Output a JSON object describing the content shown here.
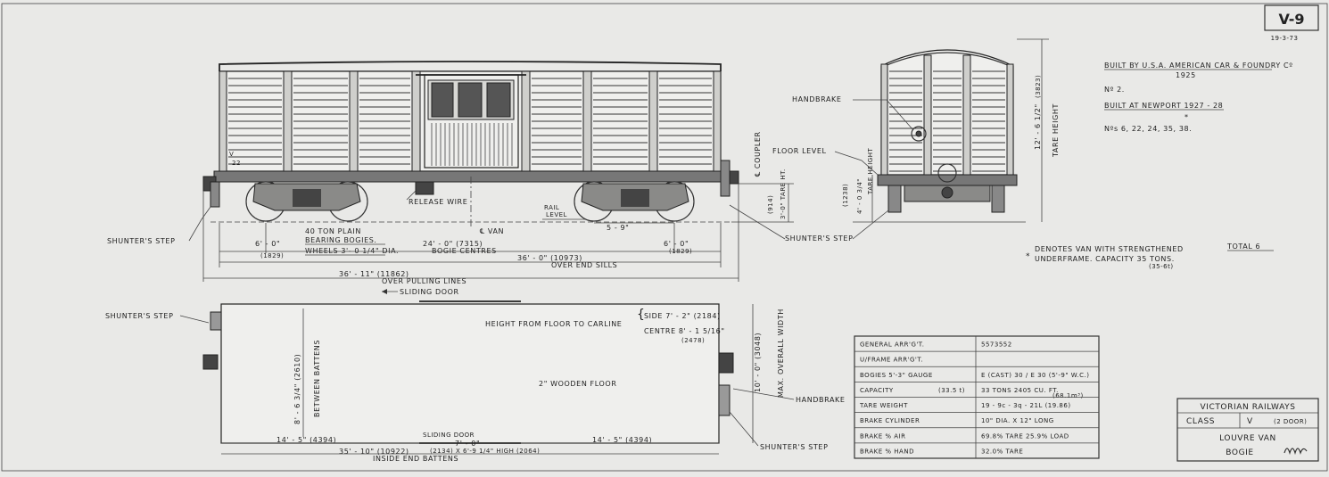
{
  "title_block": {
    "drawing_no": "V-9",
    "date": "19-3-73",
    "railway": "VICTORIAN RAILWAYS",
    "class_label": "CLASS",
    "class_value": "V",
    "class_note": "(2 DOOR)",
    "name_line1": "LOUVRE VAN",
    "name_line2": "BOGIE"
  },
  "notes": {
    "built1": "BUILT BY U.S.A. AMERICAN CAR & FOUNDRY Cº",
    "built1_year": "1925",
    "built1_numbers": "Nº 2.",
    "built2": "BUILT AT NEWPORT 1927 - 28",
    "built2_numbers": "Nºs 6, 22, 24, 35, 38.",
    "strengthened_line1": "DENOTES VAN WITH STRENGTHENED",
    "strengthened_line2": "UNDERFRAME. CAPACITY 35 TONS.",
    "strengthened_metric": "(35-6t)",
    "total": "TOTAL 6"
  },
  "side_view": {
    "van_number": "22",
    "van_letter": "V",
    "labels": {
      "shunters_step": "SHUNTER'S STEP",
      "bogies": "40 TON PLAIN",
      "bogies2": "BEARING BOGIES.",
      "wheels": "WHEELS 3'- 0 1/4\" DIA.",
      "release_wire": "RELEASE WIRE",
      "van_centre": "℄ VAN",
      "rail_level": "RAIL",
      "rail_level2": "LEVEL",
      "coupler": "℄ COUPLER",
      "tare_ht": "3'-0\" TARE HT.",
      "tare_ht_metric": "(914)"
    },
    "dims": {
      "end1": "6' - 0\"",
      "end1_m": "(1829)",
      "centres": "24' - 0\" (7315)",
      "centres_label": "BOGIE CENTRES",
      "end2": "6' - 0\"",
      "end2_m": "(1829)",
      "wheelbase": "5 - 9\"",
      "sills": "36' - 0\" (10973)",
      "sills_label": "OVER END SILLS",
      "pulling": "36' - 11\" (11862)",
      "pulling_label": "OVER PULLING LINES"
    }
  },
  "end_view": {
    "handbrake": "HANDBRAKE",
    "floor_level": "FLOOR LEVEL",
    "shunters_step": "SHUNTER'S STEP",
    "tare_height": "TARE HEIGHT",
    "height_total": "12' - 6 1/2\"",
    "height_total_m": "(3823)",
    "floor_height": "4' - 0 3/4\"",
    "floor_height_m": "(1238)"
  },
  "plan_view": {
    "sliding_door_top": "SLIDING DOOR",
    "shunters_step": "SHUNTER'S STEP",
    "height_label": "HEIGHT FROM FLOOR TO CARLINE",
    "side": "SIDE 7' - 2\" (2184)",
    "centre": "CENTRE 8' - 1 5/16\"",
    "centre_m": "(2478)",
    "floor": "2\" WOODEN FLOOR",
    "between_battens": "BETWEEN BATTENS",
    "width_inside": "8' - 6 3/4\" (2610)",
    "overall_width": "10' - 0\" (3048)",
    "overall_width_label": "MAX. OVERALL WIDTH",
    "handbrake": "HANDBRAKE",
    "shunters_step2": "SHUNTER'S STEP",
    "left_dim": "14' - 5\" (4394)",
    "door_label": "SLIDING DOOR",
    "door_dim": "7' - 0\"",
    "door_size": "(2134) X 6'-9 1/4\" HIGH (2064)",
    "right_dim": "14' - 5\" (4394)",
    "inside_len": "35' - 10\" (10922)",
    "inside_label": "INSIDE END BATTENS"
  },
  "spec_table": [
    {
      "label": "GENERAL ARR'G'T.",
      "mid": "",
      "value": "5573552"
    },
    {
      "label": "U/FRAME ARR'G'T.",
      "mid": "",
      "value": ""
    },
    {
      "label": "BOGIES 5'-3\" GAUGE",
      "mid": "",
      "value": "E (CAST) 30 / E 30 (5'-9\" W.C.)"
    },
    {
      "label": "CAPACITY",
      "mid": "(33.5 t)",
      "value": "33 TONS 2405 CU. FT."
    },
    {
      "label": "TARE WEIGHT",
      "mid": "",
      "value": "19 - 9c - 3q - 21L (19.86)"
    },
    {
      "label": "BRAKE CYLINDER",
      "mid": "",
      "value": "10\" DIA. X 12\" LONG"
    },
    {
      "label": "BRAKE % AIR",
      "mid": "",
      "value": "69.8% TARE  25.9% LOAD"
    },
    {
      "label": "BRAKE % HAND",
      "mid": "",
      "value": "32.0% TARE"
    }
  ],
  "spec_note": "(68.1m³)"
}
